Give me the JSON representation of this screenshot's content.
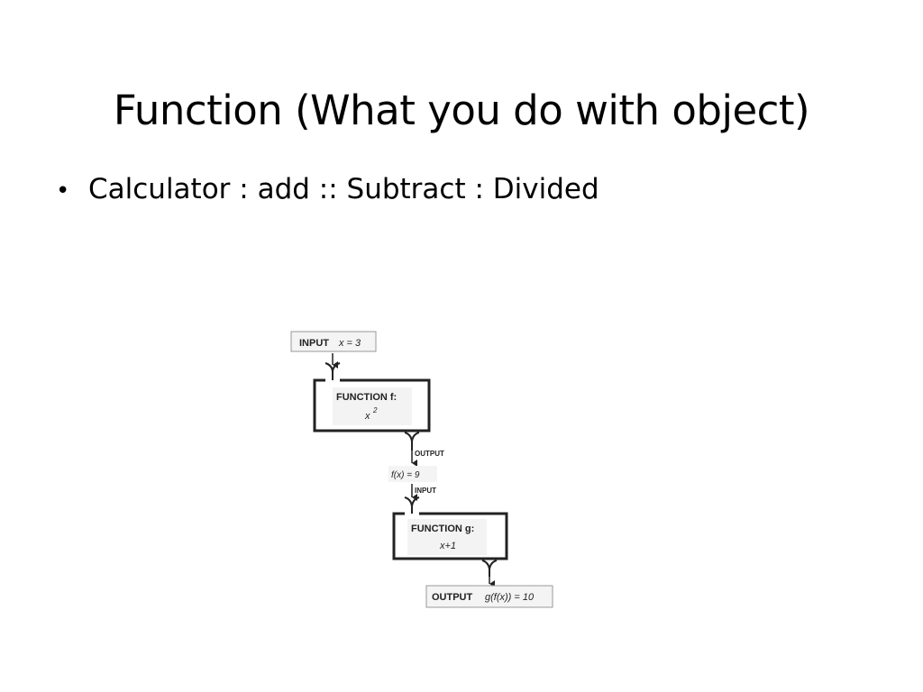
{
  "slide": {
    "title": "Function (What you do with object)",
    "bullets": [
      "Calculator : add :: Subtract : Divided"
    ]
  },
  "diagram": {
    "input_label": "INPUT",
    "input_value": "x = 3",
    "function_f_label": "FUNCTION f:",
    "function_f_expr_base": "x",
    "function_f_expr_exp": "2",
    "output_tag_1": "OUTPUT",
    "intermediate_value": "f(x) = 9",
    "input_tag_2": "INPUT",
    "function_g_label": "FUNCTION g:",
    "function_g_expr": "x+1",
    "final_output_label": "OUTPUT",
    "final_output_value": "g(f(x)) = 10"
  }
}
